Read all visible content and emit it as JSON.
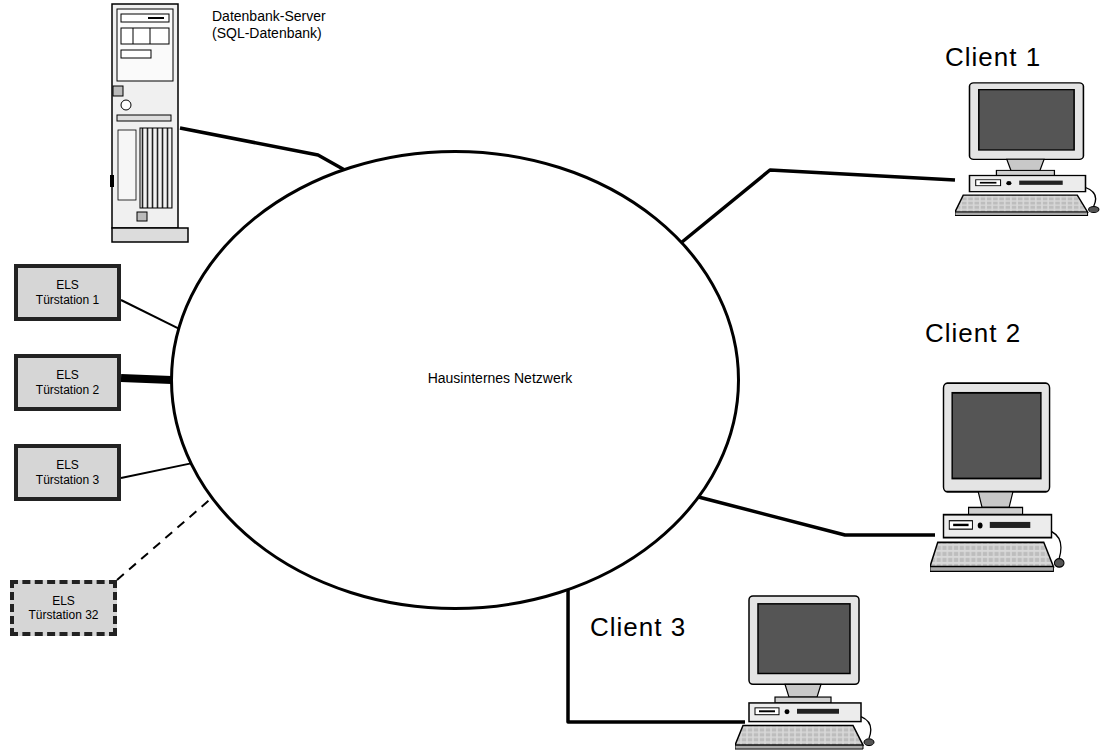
{
  "diagram": {
    "nodes": [
      {
        "text": [
          "Datenbank-Server (SQL-Datenbank)"
        ]
      },
      {
        "text": [
          "Client 1"
        ]
      },
      {
        "text": [
          "ELS Türstation 1"
        ]
      },
      {
        "text": [
          "ELS Türstation 2"
        ]
      },
      {
        "text": [
          "Hausinternes Netzwerk"
        ]
      },
      {
        "text": [
          "Client 2"
        ]
      },
      {
        "text": [
          "ELS Türstation 3"
        ]
      },
      {
        "text": [
          "Client 3"
        ]
      },
      {
        "text": [
          "ELS Türstation 32"
        ]
      }
    ],
    "edges": [
      {
        "from": 0,
        "to": 4,
        "arrow": "none"
      },
      {
        "from": 1,
        "to": 4,
        "arrow": "none"
      },
      {
        "from": 2,
        "to": 4,
        "arrow": "none"
      },
      {
        "from": 3,
        "to": 4,
        "arrow": "none"
      },
      {
        "from": 5,
        "to": 4,
        "arrow": "none"
      },
      {
        "from": 6,
        "to": 4,
        "arrow": "none"
      },
      {
        "from": 7,
        "to": 4,
        "arrow": "none"
      },
      {
        "from": 8,
        "to": 4,
        "arrow": "none"
      }
    ]
  }
}
